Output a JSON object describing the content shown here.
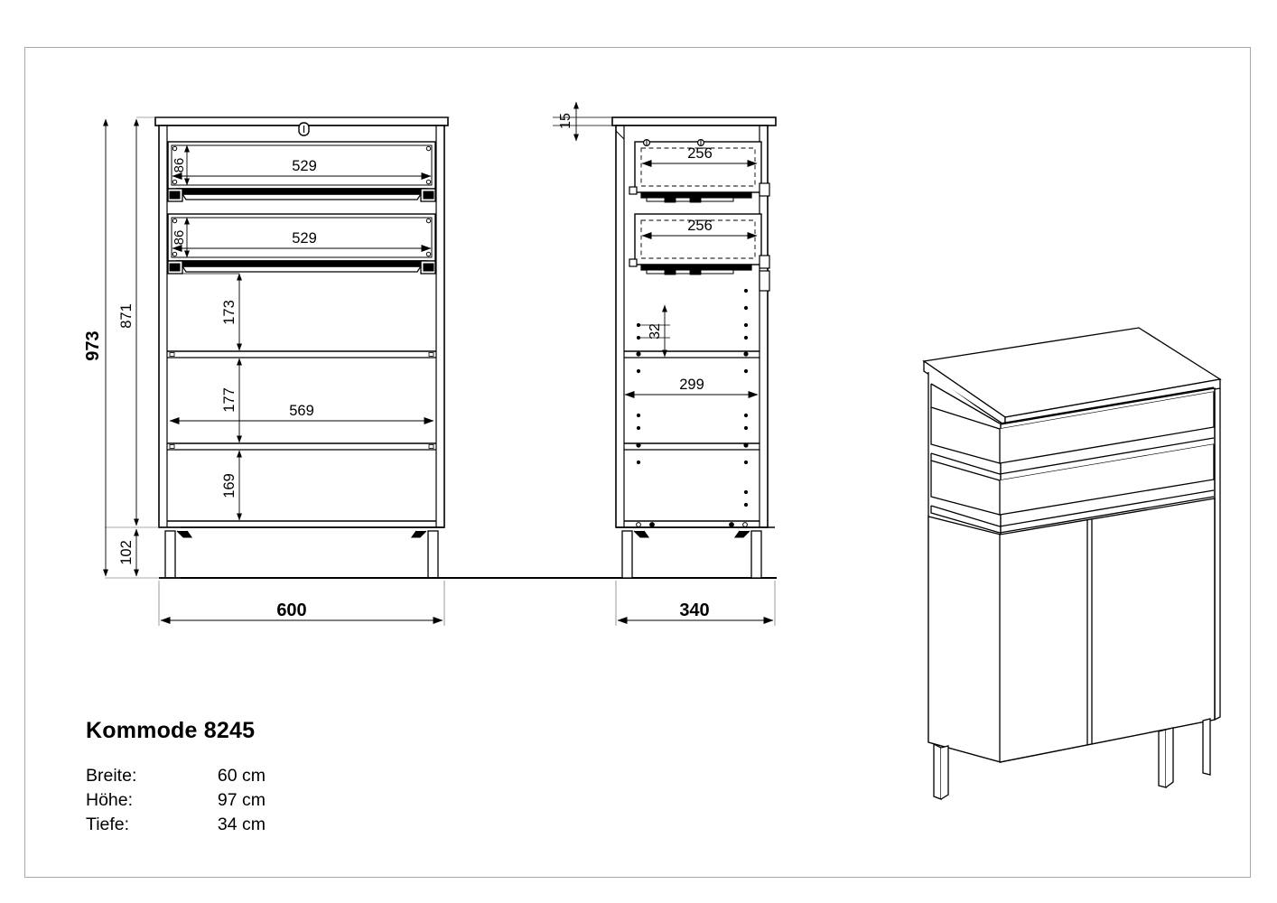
{
  "sheet": {
    "background_color": "#ffffff",
    "frame_color": "#a8a8a8",
    "line_color": "#000000"
  },
  "title_block": {
    "product_name": "Kommode 8245",
    "specs": [
      {
        "label": "Breite:",
        "value": "60 cm"
      },
      {
        "label": "Höhe:",
        "value": "97 cm"
      },
      {
        "label": "Tiefe:",
        "value": "34 cm"
      }
    ]
  },
  "views": {
    "front": {
      "name": "front-elevation",
      "overall_width_label": "600",
      "overall_height_label": "973",
      "carcass_height_label": "871",
      "leg_height_label": "102",
      "drawer_inner_height_top": "86",
      "drawer_inner_width_top": "529",
      "drawer_inner_height_bottom": "86",
      "drawer_inner_width_bottom": "529",
      "compartment_1_height": "173",
      "compartment_2_height": "177",
      "compartment_2_width": "569",
      "compartment_3_height": "169"
    },
    "side": {
      "name": "side-elevation",
      "overall_depth_label": "340",
      "top_overhang_label": "15",
      "drawer_depth_top": "256",
      "drawer_depth_bottom": "256",
      "shelf_hole_pitch_label": "32",
      "shelf_depth_label": "299"
    },
    "perspective": {
      "name": "isometric-view",
      "description": "Kommode 8245"
    }
  },
  "chart_data": {
    "type": "table",
    "title": "Kommode 8245",
    "categories": [
      "Breite",
      "Höhe",
      "Tiefe"
    ],
    "values": [
      60,
      97,
      34
    ],
    "unit": "cm",
    "dimensions_mm": {
      "overall_width": 600,
      "overall_height": 973,
      "overall_depth": 340,
      "carcass_height": 871,
      "leg_height": 102,
      "top_overhang": 15,
      "drawer_inner_width": 529,
      "drawer_inner_height": 86,
      "drawer_inner_depth": 256,
      "compartment_heights": [
        173,
        177,
        169
      ],
      "shelf_clear_width": 569,
      "shelf_depth": 299,
      "shelf_hole_pitch": 32
    }
  }
}
